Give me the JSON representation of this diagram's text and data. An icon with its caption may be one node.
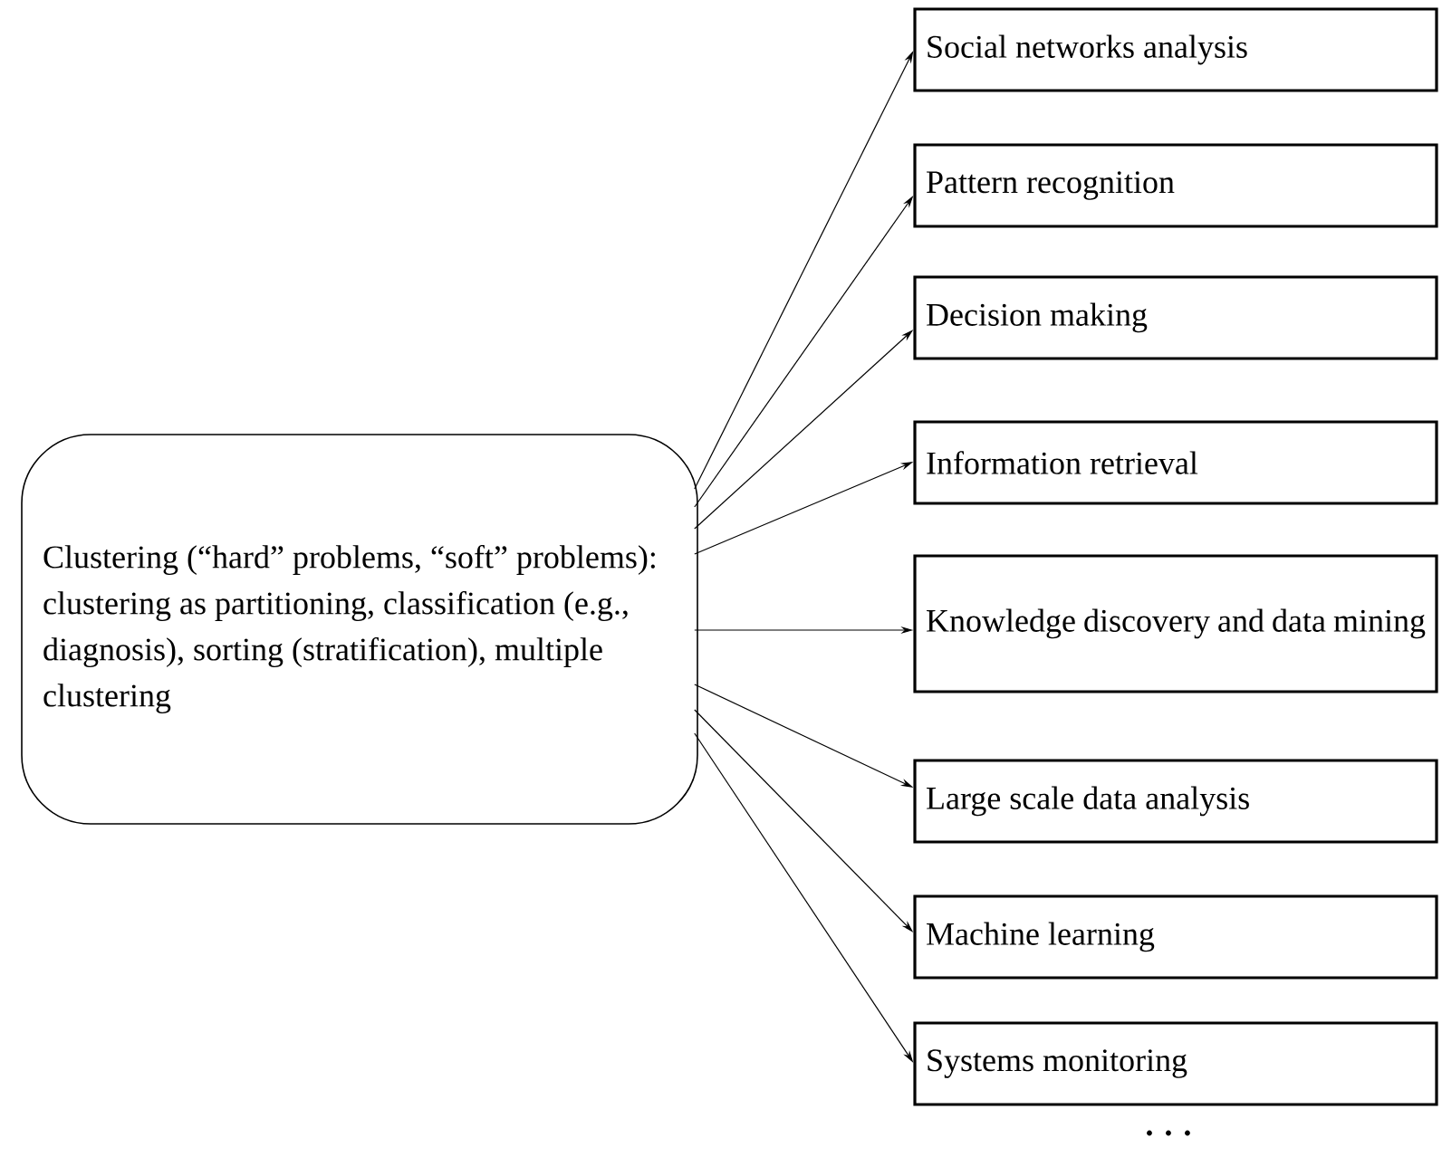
{
  "diagram": {
    "nodes": [
      {
        "text": [
          "Clustering (“hard” problems, “soft” problems): clustering as partitioning, classification (e.g., diagnosis), sorting (stratification), multiple clustering"
        ]
      },
      {
        "text": [
          "Social networks analysis"
        ]
      },
      {
        "text": [
          "Pattern recognition"
        ]
      },
      {
        "text": [
          "Decision making"
        ]
      },
      {
        "text": [
          "Information retrieval"
        ]
      },
      {
        "text": [
          "Knowledge discovery and data mining"
        ]
      },
      {
        "text": [
          "Large scale data analysis"
        ]
      },
      {
        "text": [
          "Machine learning"
        ]
      },
      {
        "text": [
          "Systems monitoring"
        ]
      }
    ],
    "edges": [
      {
        "from": 0,
        "to": 1,
        "arrow": "to"
      },
      {
        "from": 0,
        "to": 2,
        "arrow": "to"
      },
      {
        "from": 0,
        "to": 3,
        "arrow": "to"
      },
      {
        "from": 0,
        "to": 4,
        "arrow": "to"
      },
      {
        "from": 0,
        "to": 5,
        "arrow": "to"
      },
      {
        "from": 0,
        "to": 6,
        "arrow": "to"
      },
      {
        "from": 0,
        "to": 7,
        "arrow": "to"
      },
      {
        "from": 0,
        "to": 8,
        "arrow": "to"
      }
    ],
    "labels": [
      "· · ·"
    ]
  }
}
